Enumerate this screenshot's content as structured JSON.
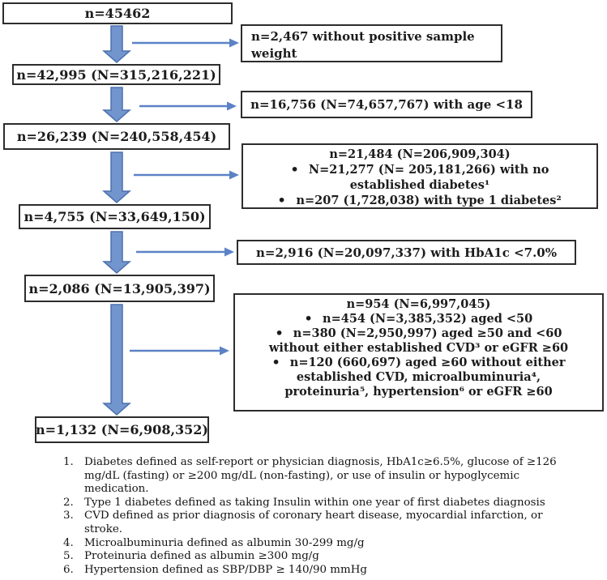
{
  "flow": {
    "main_boxes": [
      {
        "label": "n=45462"
      },
      {
        "label": "n=42,995 (N=315,216,221)"
      },
      {
        "label": "n=26,239 (N=240,558,454)"
      },
      {
        "label": "n=4,755 (N=33,649,150)"
      },
      {
        "label": "n=2,086 (N=13,905,397)"
      },
      {
        "label": "n=1,132 (N=6,908,352)"
      }
    ],
    "side_boxes": [
      {
        "text": "n=2,467 without positive sample weight"
      },
      {
        "text": "n=16,756 (N=74,657,767) with age <18"
      },
      {
        "header": "n=21,484 (N=206,909,304)",
        "bullets": [
          {
            "lines": [
              "N=21,277 (N= 205,181,266) with no",
              "established diabetes¹"
            ]
          },
          {
            "lines": [
              "n=207 (1,728,038) with type 1 diabetes²"
            ]
          }
        ]
      },
      {
        "text": "n=2,916 (N=20,097,337) with HbA1c <7.0%"
      },
      {
        "header": "n=954 (N=6,997,045)",
        "bullets": [
          {
            "lines": [
              "n=454 (N=3,385,352) aged <50"
            ]
          },
          {
            "lines": [
              "n=380 (N=2,950,997) aged ≥50 and <60",
              "without either established CVD³ or eGFR ≥60"
            ]
          },
          {
            "lines": [
              "n=120 (660,697) aged ≥60 without either",
              "established CVD, microalbuminuria⁴,",
              "proteinuria⁵, hypertension⁶ or eGFR ≥60"
            ]
          }
        ]
      }
    ],
    "footnotes": [
      {
        "num": "1.",
        "text": "Diabetes defined as self-report or physician diagnosis, HbA1c≥6.5%, glucose of ≥126 mg/dL (fasting) or ≥200 mg/dL (non-fasting), or use of insulin or hypoglycemic medication."
      },
      {
        "num": "2.",
        "text": "Type 1 diabetes defined as taking Insulin within one year of first diabetes diagnosis"
      },
      {
        "num": "3.",
        "text": "CVD defined as prior diagnosis of coronary heart disease, myocardial infarction, or stroke."
      },
      {
        "num": "4.",
        "text": "Microalbuminuria defined as albumin 30-299 mg/g"
      },
      {
        "num": "5.",
        "text": "Proteinuria defined as albumin ≥300 mg/g"
      },
      {
        "num": "6.",
        "text": "Hypertension defined as SBP/DBP ≥ 140/90 mmHg"
      }
    ],
    "colors": {
      "arrow_fill": "#7295CE",
      "arrow_border": "#4D71AE",
      "thin_arrow": "#5B82C6",
      "box_border": "#2d2d2d"
    }
  }
}
